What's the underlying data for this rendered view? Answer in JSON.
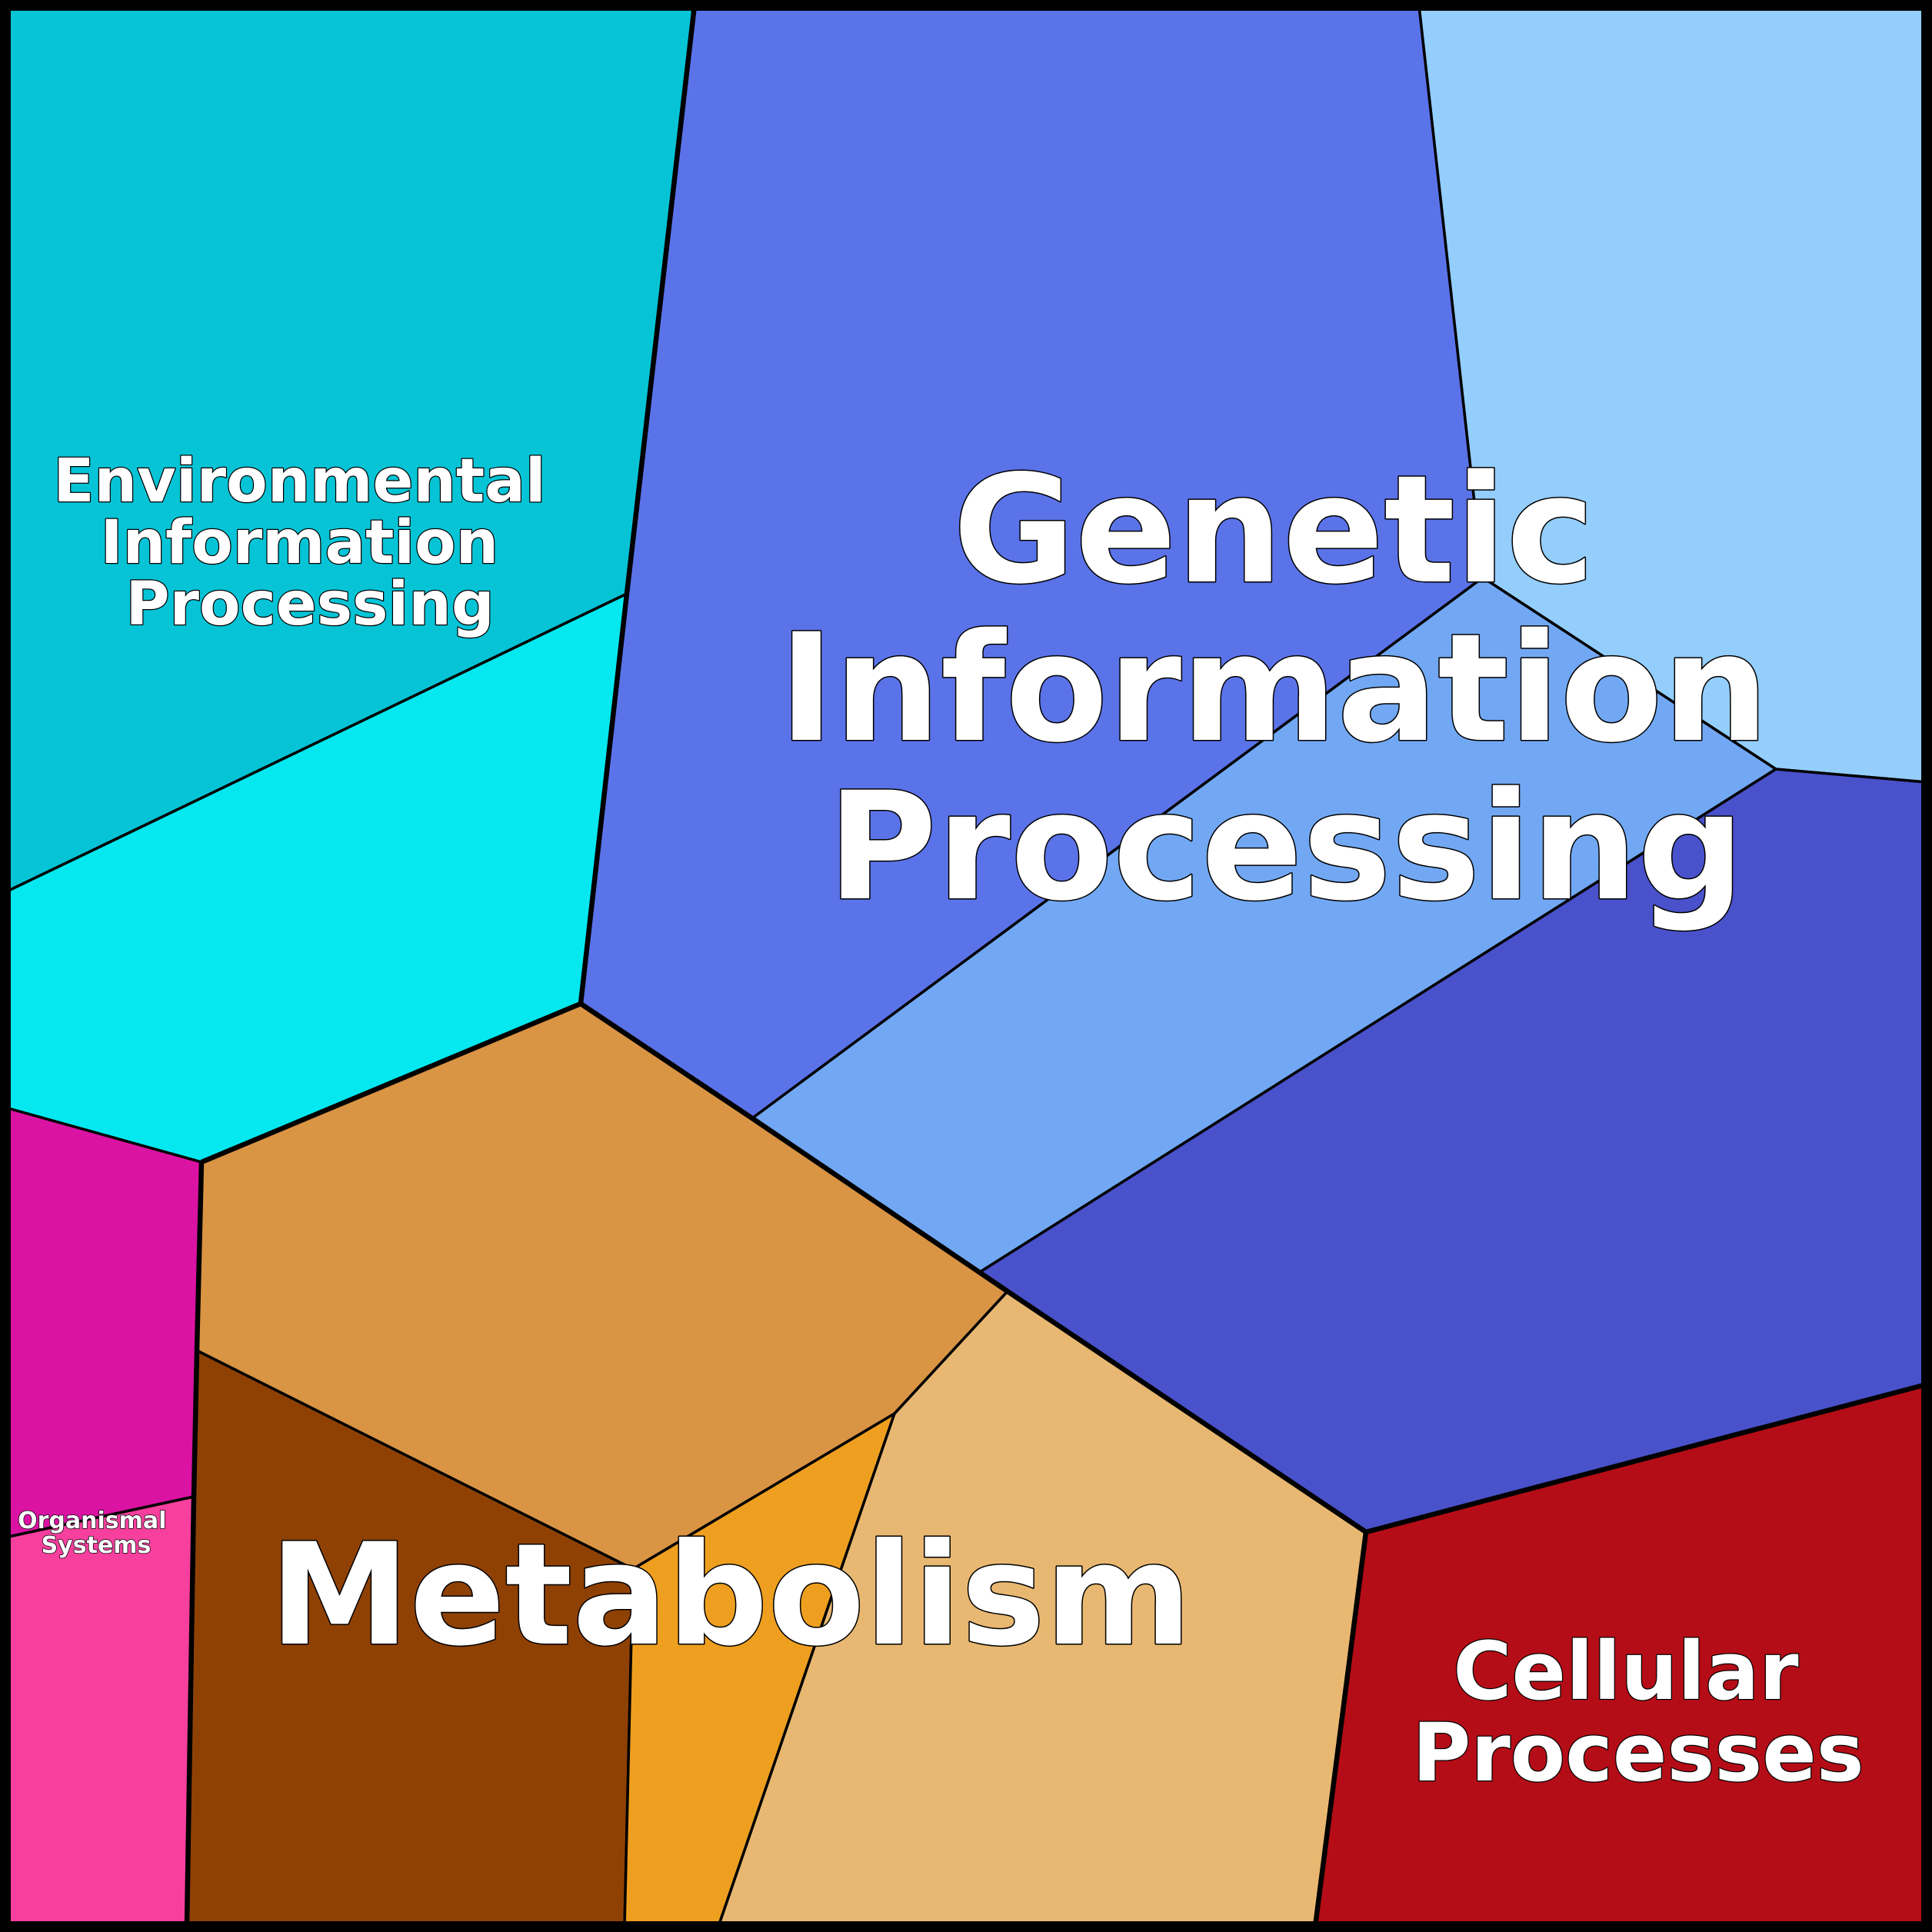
{
  "labels": {
    "environmental": [
      "Environmental",
      "Information",
      "Processing"
    ],
    "genetic": [
      "Genetic",
      "Information",
      "Processing"
    ],
    "organismal": [
      "Organismal",
      "Systems"
    ],
    "metabolism": [
      "Metabolism"
    ],
    "cellular": [
      "Cellular",
      "Processes"
    ]
  },
  "colors": {
    "env_a": "#06C4D6",
    "env_b": "#05E8EF",
    "gen_a": "#5B73E8",
    "gen_b": "#94CEFC",
    "gen_c": "#72A8F3",
    "gen_d": "#4952CA",
    "org_a": "#DA13A2",
    "org_b": "#F73F9E",
    "met_a": "#D99444",
    "met_b": "#8F4104",
    "met_c": "#EE9F20",
    "met_d": "#E8B872",
    "cel_a": "#B50D17"
  }
}
